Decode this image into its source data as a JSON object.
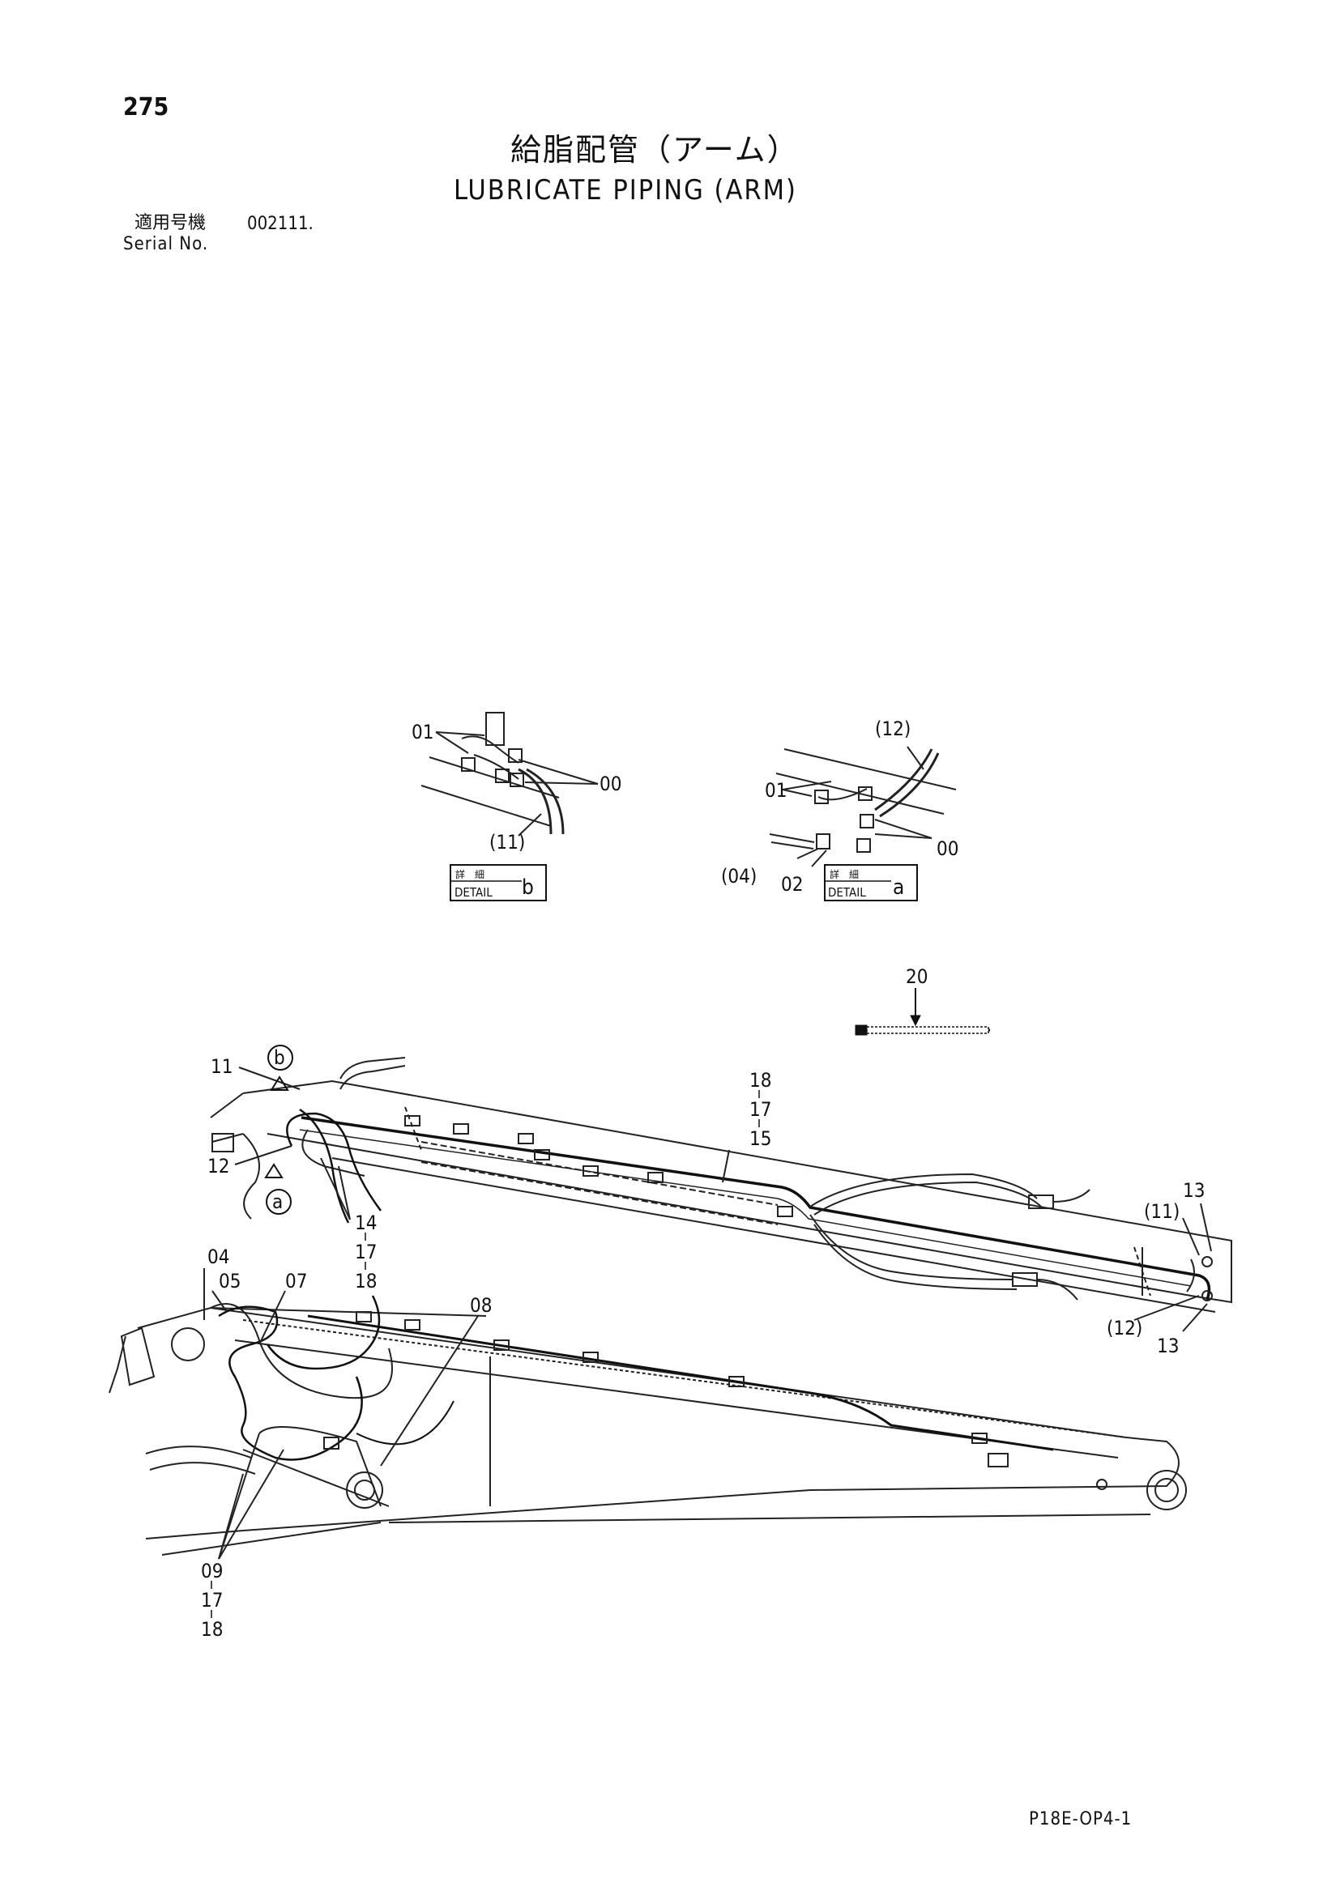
{
  "header": {
    "page_number": "275",
    "title_jp": "給脂配管（アーム）",
    "title_en": "LUBRICATE PIPING (ARM)",
    "serial_label_jp": "適用号機",
    "serial_value": "002111.",
    "serial_label_en": "Serial No."
  },
  "detail_b": {
    "box_jp": "詳　細",
    "box_en": "DETAIL",
    "letter": "b",
    "callouts": {
      "fitting": "01",
      "elbow": "00",
      "hose": "(11)"
    }
  },
  "detail_a": {
    "box_jp": "詳　細",
    "box_en": "DETAIL",
    "letter": "a",
    "callouts": {
      "hose_top": "(12)",
      "fitting": "01",
      "elbow": "00",
      "adapter": "02",
      "hose_side": "(04)"
    }
  },
  "cable_tie": {
    "callout": "20"
  },
  "upper_arm": {
    "marker_b": "b",
    "marker_a": "a",
    "callouts": {
      "c11": "11",
      "c12": "12",
      "stack_top": [
        "18",
        "17",
        "15"
      ],
      "stack_bottom": [
        "14",
        "17",
        "18"
      ],
      "right_13_top": "13",
      "right_11": "(11)",
      "right_12": "(12)",
      "right_13_bottom": "13"
    }
  },
  "lower_arm": {
    "callouts": {
      "c04": "04",
      "c05": "05",
      "c07": "07",
      "c08": "08",
      "stack": [
        "09",
        "17",
        "18"
      ]
    }
  },
  "footer": {
    "page_code": "P18E-OP4-1"
  }
}
